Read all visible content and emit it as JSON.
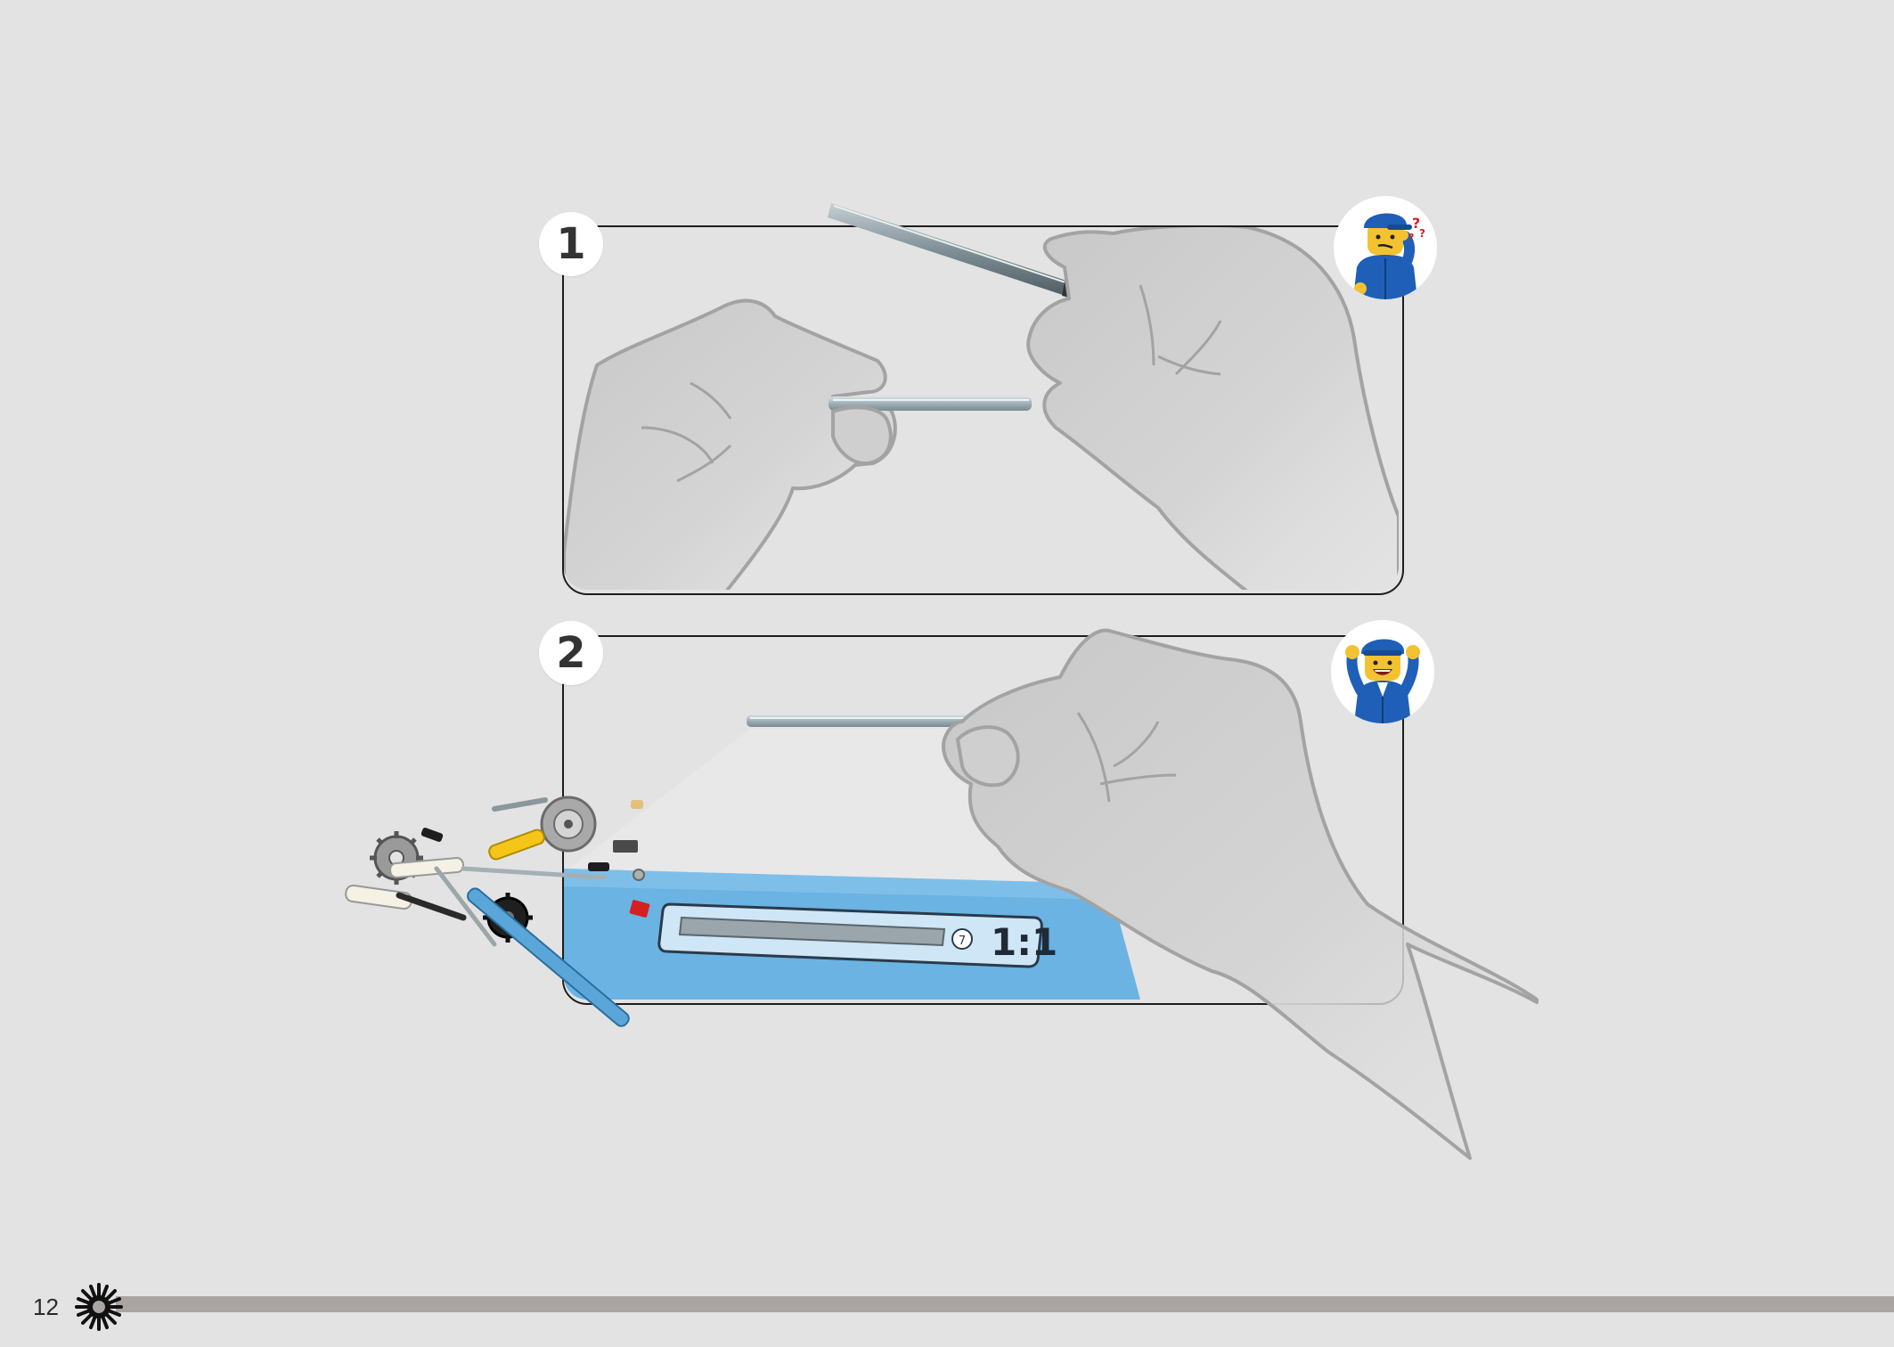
{
  "page": {
    "number": "12",
    "footer_icon": "gear-burst-icon",
    "colors": {
      "background": "#e3e3e3",
      "panel_border": "#1d1d1d",
      "footer_bar": "#aaa5a3",
      "blue_mat": "#6ab3e3",
      "minifig_blue": "#1f5fb8"
    }
  },
  "steps": [
    {
      "number": "1",
      "avatar": "confused-minifigure-icon",
      "illustration": "two-hands-comparing-axles"
    },
    {
      "number": "2",
      "avatar": "happy-minifigure-icon",
      "illustration": "hand-holding-axle-over-scale-card"
    }
  ],
  "scale_card": {
    "length_label": "7",
    "ratio_label": "1:1"
  }
}
